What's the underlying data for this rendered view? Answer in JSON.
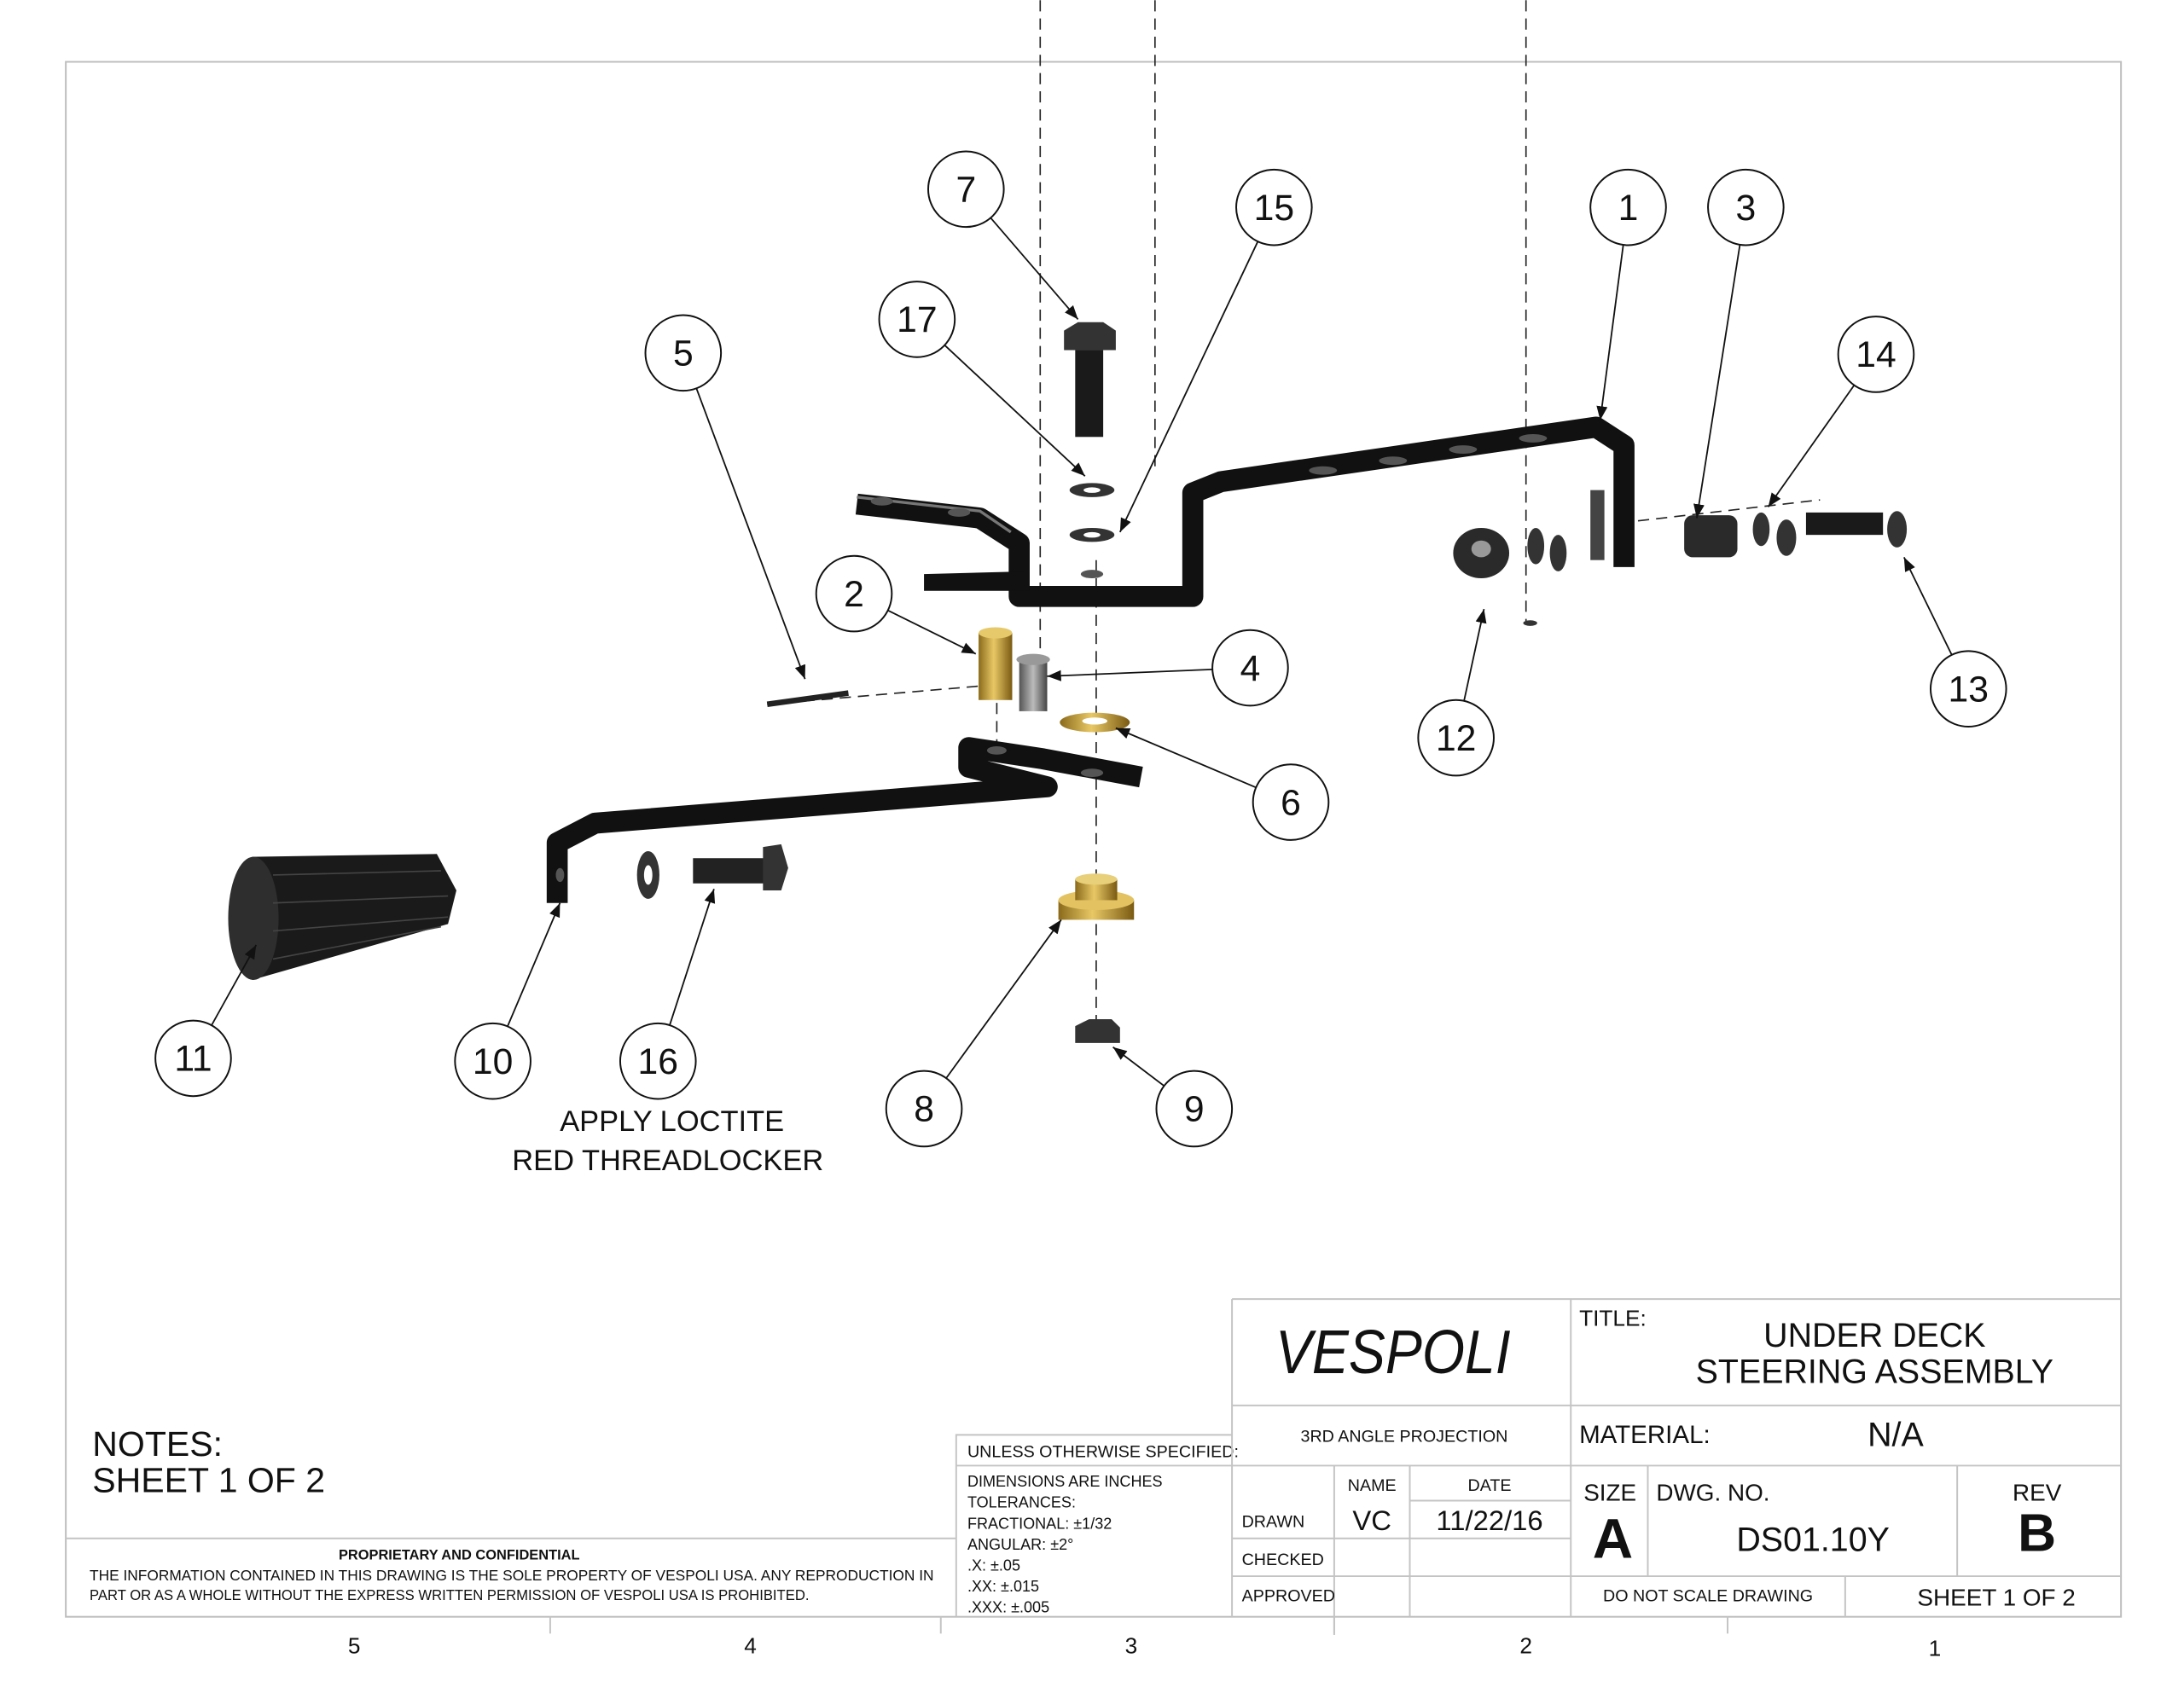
{
  "drawing": {
    "balloons": [
      "7",
      "15",
      "1",
      "3",
      "17",
      "5",
      "14",
      "2",
      "4",
      "13",
      "12",
      "6",
      "11",
      "10",
      "16",
      "8",
      "9"
    ],
    "note_lines": [
      "APPLY LOCTITE",
      "RED THREADLOCKER"
    ]
  },
  "notes": {
    "heading": "NOTES:",
    "line1": "SHEET 1 OF 2"
  },
  "proprietary": {
    "heading": "PROPRIETARY AND CONFIDENTIAL",
    "line1": "THE INFORMATION CONTAINED IN THIS DRAWING IS THE SOLE PROPERTY OF VESPOLI USA.  ANY REPRODUCTION IN",
    "line2": "PART OR AS A WHOLE WITHOUT THE EXPRESS WRITTEN PERMISSION OF VESPOLI USA IS PROHIBITED."
  },
  "tolerances": {
    "header": "UNLESS OTHERWISE SPECIFIED:",
    "lines": [
      "DIMENSIONS ARE INCHES",
      "TOLERANCES:",
      "FRACTIONAL: ±1/32",
      "ANGULAR: ±2°",
      ".X: ±.05",
      ".XX: ±.015",
      ".XXX: ±.005"
    ]
  },
  "title_block": {
    "logo": "VESPOLI",
    "title_label": "TITLE:",
    "title_line1": "UNDER DECK",
    "title_line2": "STEERING ASSEMBLY",
    "projection": "3RD ANGLE PROJECTION",
    "material_label": "MATERIAL:",
    "material_value": "N/A",
    "name_header": "NAME",
    "date_header": "DATE",
    "drawn_label": "DRAWN",
    "drawn_name": "VC",
    "drawn_date": "11/22/16",
    "checked_label": "CHECKED",
    "approved_label": "APPROVED",
    "size_label": "SIZE",
    "size_value": "A",
    "dwg_label": "DWG.  NO.",
    "dwg_value": "DS01.10Y",
    "rev_label": "REV",
    "rev_value": "B",
    "no_scale": "DO NOT SCALE DRAWING",
    "sheet": "SHEET 1 OF 2"
  },
  "zones": [
    "5",
    "4",
    "3",
    "2",
    "1"
  ],
  "colors": {
    "brass": "#c9a23c",
    "steel": "#2a2a2a",
    "border": "#bdbdbd"
  }
}
